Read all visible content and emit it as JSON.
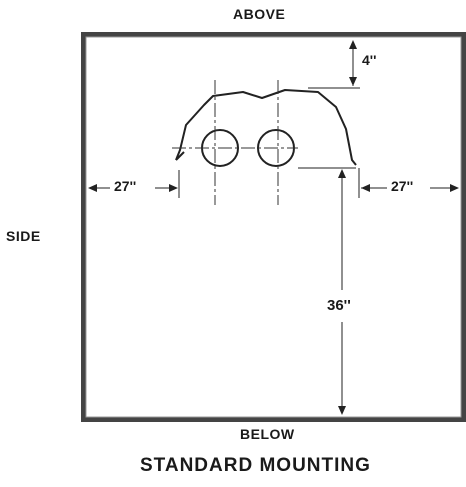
{
  "labels": {
    "above": "ABOVE",
    "below": "BELOW",
    "side": "SIDE",
    "title": "STANDARD MOUNTING"
  },
  "dimensions": {
    "top_clearance": "4''",
    "left_clearance": "27''",
    "right_clearance": "27''",
    "bottom_clearance": "36''"
  }
}
